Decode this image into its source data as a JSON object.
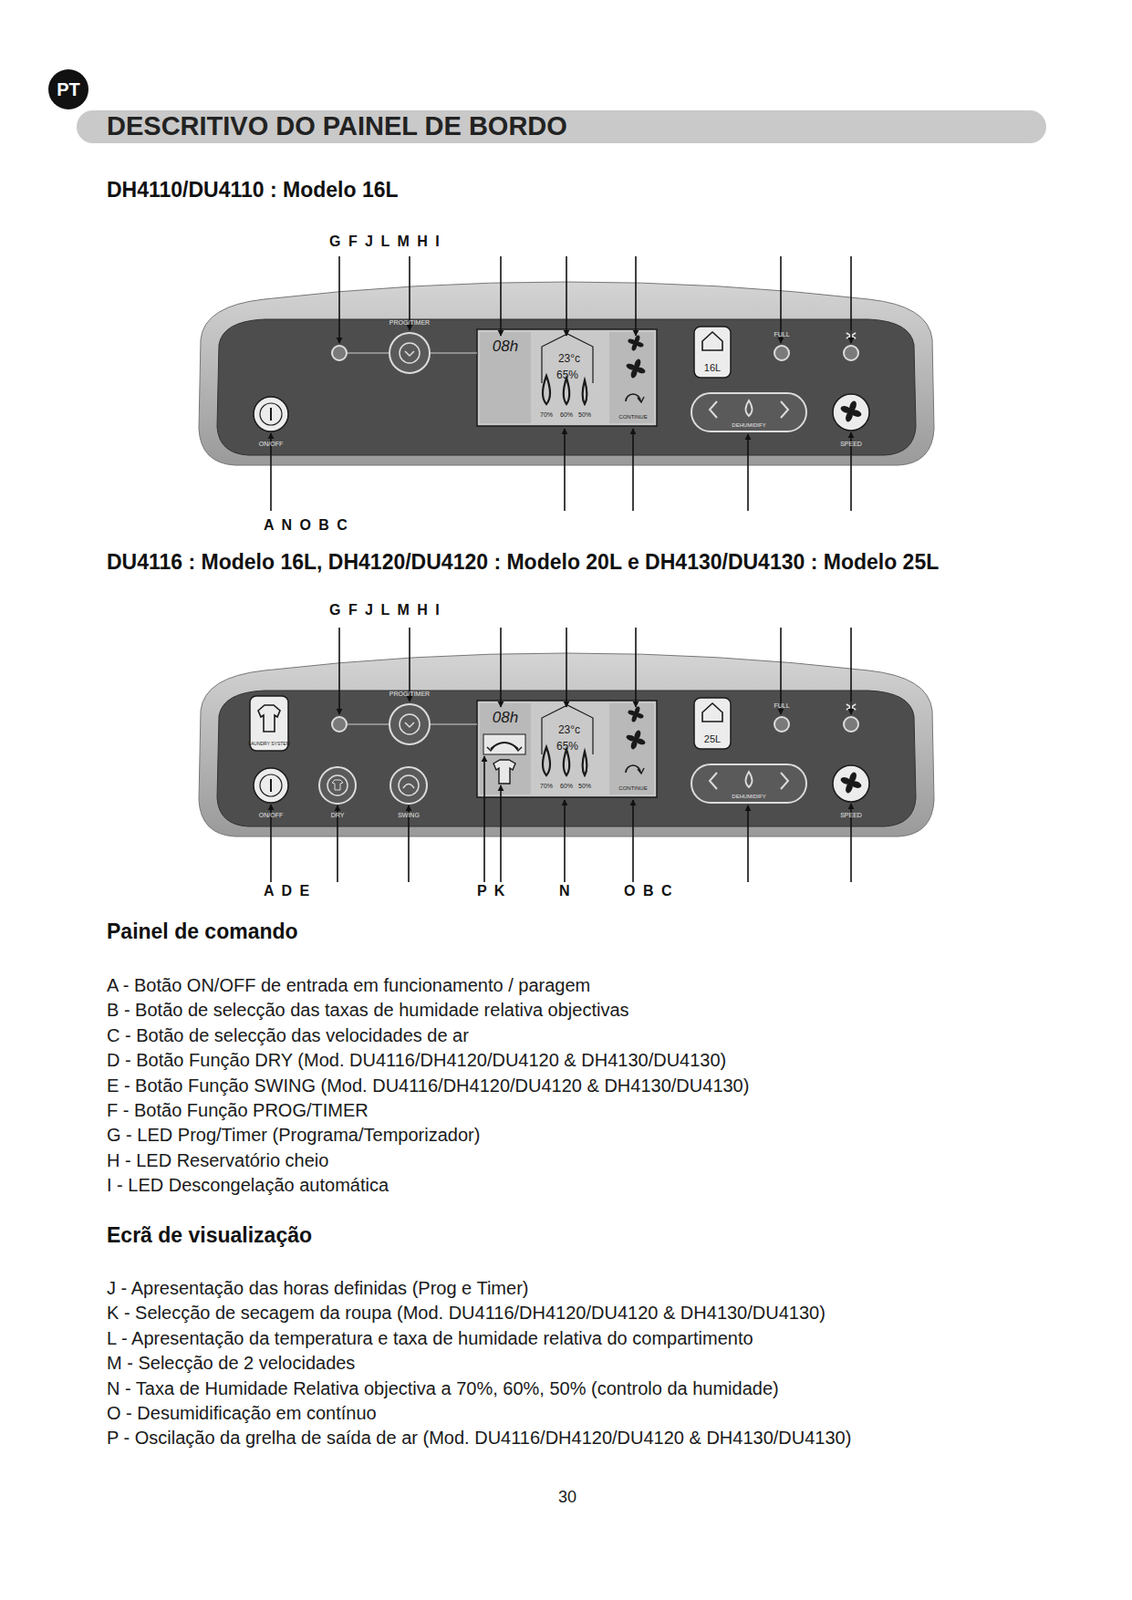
{
  "diagram": {
    "title": "DESCRITIVO DO PAINEL DE BORDO",
    "nodes": [
      {
        "text": [
          "PT"
        ]
      }
    ],
    "labels": [
      "DH4110/DU4110 : Modelo 16L",
      "G F J L M H I",
      "PROG/TIMER",
      "08h",
      "23°c",
      "65%",
      "70%",
      "60%",
      "50%",
      "CONTINUE",
      "16L",
      "FULL",
      "ON/OFF",
      "DEHUMIDIFY",
      "SPEED",
      "A N O B C",
      "DU4116 : Modelo 16L, DH4120/DU4120 : Modelo 20L e DH4130/DU4130 : Modelo 25L",
      "G F J L M H I",
      "LAUNDRY SYSTEM",
      "PROG/TIMER",
      "08h",
      "23°c",
      "65%",
      "70%",
      "60%",
      "50%",
      "CONTINUE",
      "25L",
      "FULL",
      "ON/OFF",
      "DRY",
      "SWING",
      "DEHUMIDIFY",
      "SPEED",
      "A D E",
      "P K",
      "N",
      "O B C",
      "Painel de comando",
      "A - Botão ON/OFF de entrada em funcionamento / paragem",
      "B - Botão de selecção das taxas de humidade relativa objectivas",
      "C - Botão de selecção das velocidades de ar",
      "D - Botão Função DRY (Mod. DU4116/DH4120/DU4120 & DH4130/DU4130)",
      "E - Botão Função SWING (Mod. DU4116/DH4120/DU4120 & DH4130/DU4130)",
      "F - Botão Função PROG/TIMER",
      "G - LED Prog/Timer (Programa/Temporizador)",
      "H - LED Reservatório cheio",
      "I - LED Descongelação automática",
      "Ecrã de visualização",
      "J - Apresentação das horas definidas (Prog e Timer)",
      "K - Selecção de secagem da roupa (Mod. DU4116/DH4120/DU4120 & DH4130/DU4130)",
      "L - Apresentação da temperatura e taxa de humidade relativa do compartimento",
      "M - Selecção de 2 velocidades",
      "N - Taxa de Humidade Relativa objectiva a 70%, 60%, 50% (controlo da humidade)",
      "O - Desumidificação em contínuo",
      "P - Oscilação da grelha de saída de ar (Mod. DU4116/DH4120/DU4120 & DH4130/DU4130)",
      "30"
    ]
  }
}
